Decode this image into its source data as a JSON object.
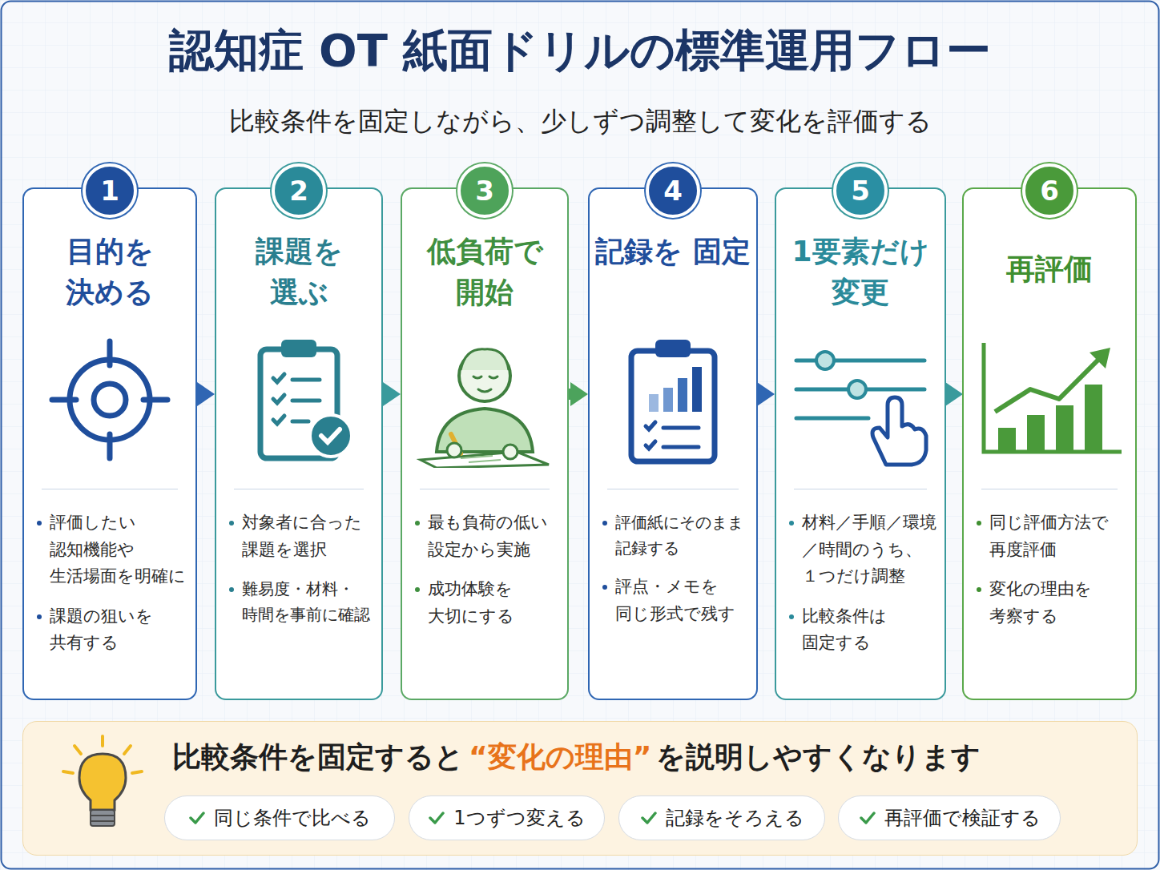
{
  "diagram": {
    "title": "認知症 OT 紙面ドリルの標準運用フロー",
    "nodes": [
      {
        "text": [
          "1",
          "目的を 決める",
          "評価したい 認知機能や 生活場面を明確に",
          "課題の狙いを 共有する"
        ]
      },
      {
        "text": [
          "2",
          "課題を 選ぶ",
          "対象者に合った 課題を選択",
          "難易度・材料・ 時間を事前に確認"
        ]
      },
      {
        "text": [
          "3",
          "低負荷で 開始",
          "最も負荷の低い 設定から実施",
          "成功体験を 大切にする"
        ]
      },
      {
        "text": [
          "4",
          "記録を 固定",
          "評価紙にそのまま 記録する",
          "評点・メモを 同じ形式で残す"
        ]
      },
      {
        "text": [
          "5",
          "1要素だけ 変更",
          "材料／手順／環境 ／時間のうち、 １つだけ調整",
          "比較条件は 固定する"
        ]
      },
      {
        "text": [
          "6",
          "再評価",
          "同じ評価方法で 再度評価",
          "変化の理由を 考察する"
        ]
      },
      {
        "text": [
          "比較条件を固定すると",
          "“変化の理由”",
          "を説明しやすくなります"
        ]
      },
      {
        "text": [
          "同じ条件で比べる"
        ],
        "in": 6
      },
      {
        "text": [
          "1つずつ変える"
        ],
        "in": 6
      },
      {
        "text": [
          "記録をそろえる"
        ],
        "in": 6
      },
      {
        "text": [
          "再評価で検証する"
        ],
        "in": 6
      }
    ],
    "edges": [
      {
        "from": 0,
        "to": 1,
        "arrow": "to"
      },
      {
        "from": 1,
        "to": 2,
        "arrow": "to"
      },
      {
        "from": 2,
        "to": 3,
        "arrow": "to"
      },
      {
        "from": 3,
        "to": 4,
        "arrow": "to"
      },
      {
        "from": 4,
        "to": 5,
        "arrow": "to"
      }
    ],
    "labels": [
      "比較条件を固定しながら、少しずつ調整して変化を評価する"
    ]
  }
}
